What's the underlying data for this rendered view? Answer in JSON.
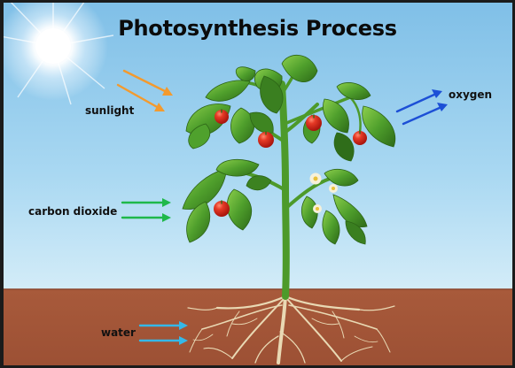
{
  "title": "Photosynthesis Process",
  "labels": {
    "sunlight": "sunlight",
    "oxygen": "oxygen",
    "carbon_dioxide": "carbon dioxide",
    "water": "water"
  },
  "colors": {
    "sky_top": "#8fc9ec",
    "sky_bottom": "#cfe9f7",
    "soil": "#a6573a",
    "soil_line": "#8e4b31",
    "sunlight_arrow": "#f39a2e",
    "oxygen_arrow": "#1c4fd6",
    "carbon_dioxide_arrow": "#1fb84a",
    "water_arrow": "#35b8e8",
    "stem": "#4e9a2a",
    "leaf": "#4b9b2c",
    "leaf_dark": "#2f6d1a",
    "tomato": "#d8271c",
    "flower": "#f5f0d8",
    "root": "#e8d6b0"
  }
}
